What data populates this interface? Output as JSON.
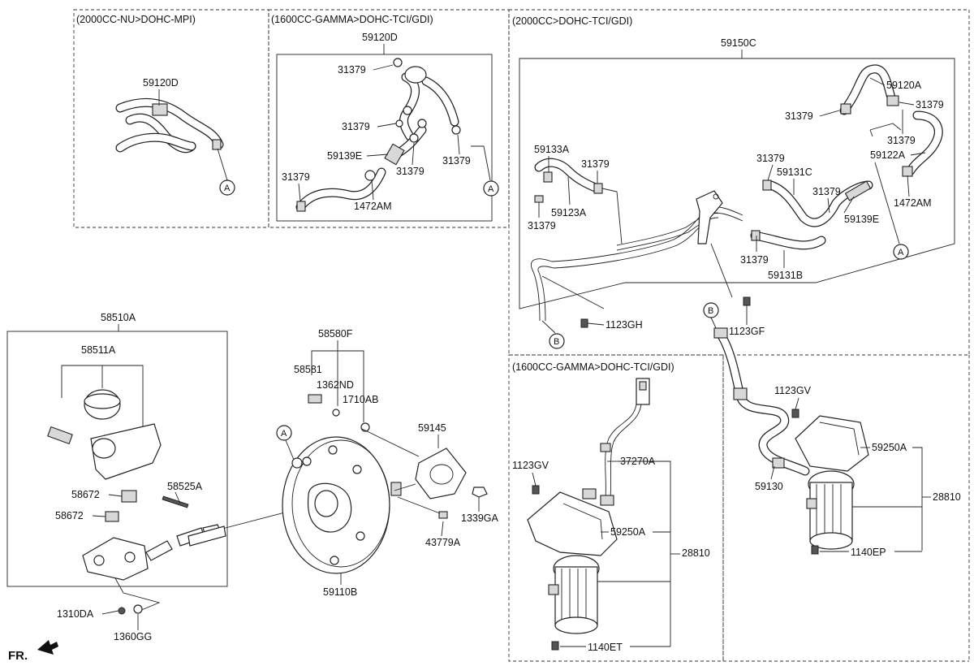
{
  "sections": {
    "nu_mpi": "(2000CC-NU>DOHC-MPI)",
    "gamma_top": "(1600CC-GAMMA>DOHC-TCI/GDI)",
    "tci_2000": "(2000CC>DOHC-TCI/GDI)",
    "gamma_pump": "(1600CC-GAMMA>DOHC-TCI/GDI)"
  },
  "parts": {
    "p59120D_a": "59120D",
    "p59120D_b": "59120D",
    "p31379_1": "31379",
    "p31379_2": "31379",
    "p59139E_a": "59139E",
    "p31379_3": "31379",
    "p31379_4": "31379",
    "p31379_5": "31379",
    "p1472AM_a": "1472AM",
    "p59150C": "59150C",
    "p59120A": "59120A",
    "p31379_6": "31379",
    "p31379_7": "31379",
    "p31379_8": "31379",
    "p59122A": "59122A",
    "p1472AM_b": "1472AM",
    "p59133A": "59133A",
    "p31379_9": "31379",
    "p31379_10": "31379",
    "p59131C": "59131C",
    "p31379_11": "31379",
    "p59139E_b": "59139E",
    "p59123A": "59123A",
    "p31379_12": "31379",
    "p31379_13": "31379",
    "p59131B": "59131B",
    "p1123GF": "1123GF",
    "p1123GH": "1123GH",
    "p58510A": "58510A",
    "p58511A": "58511A",
    "p58672_a": "58672",
    "p58525A": "58525A",
    "p58672_b": "58672",
    "p1310DA": "1310DA",
    "p1360GG": "1360GG",
    "p58580F": "58580F",
    "p58581": "58581",
    "p1362ND": "1362ND",
    "p1710AB": "1710AB",
    "p59145": "59145",
    "p1339GA": "1339GA",
    "p43779A": "43779A",
    "p59110B": "59110B",
    "p1123GV_a": "1123GV",
    "p37270A": "37270A",
    "p59250A_a": "59250A",
    "p28810_a": "28810",
    "p1140ET": "1140ET",
    "p1123GV_b": "1123GV",
    "p59250A_b": "59250A",
    "p59130": "59130",
    "p28810_b": "28810",
    "p1140EP": "1140EP"
  },
  "callouts": {
    "a1": "A",
    "a2": "A",
    "a3": "A",
    "a4": "A",
    "b1": "B",
    "b2": "B"
  },
  "fr_label": "FR."
}
